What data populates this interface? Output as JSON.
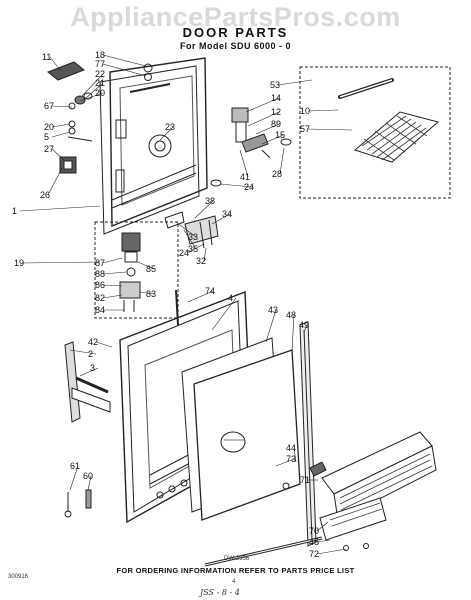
{
  "watermark": "AppliancePartsPros.com",
  "header": {
    "title": "DOOR PARTS",
    "subtitle": "For Model SDU 6000 - 0"
  },
  "callouts": [
    "11",
    "18",
    "77",
    "22",
    "21",
    "20",
    "67",
    "20",
    "5",
    "27",
    "26",
    "1",
    "23",
    "53",
    "14",
    "12",
    "89",
    "15",
    "41",
    "24",
    "28",
    "10",
    "57",
    "38",
    "34",
    "33",
    "35",
    "24",
    "32",
    "19",
    "87",
    "88",
    "86",
    "82",
    "84",
    "85",
    "83",
    "74",
    "4",
    "43",
    "48",
    "49",
    "42",
    "2",
    "3",
    "44",
    "73",
    "71",
    "61",
    "60",
    "70",
    "45",
    "72"
  ],
  "diagram_code": "DW-2956",
  "footer": {
    "instructions": "FOR ORDERING INFORMATION REFER TO PARTS PRICE LIST",
    "page_number": "4",
    "doc_code": "300916",
    "signature": "JSS - 8 - 4"
  }
}
